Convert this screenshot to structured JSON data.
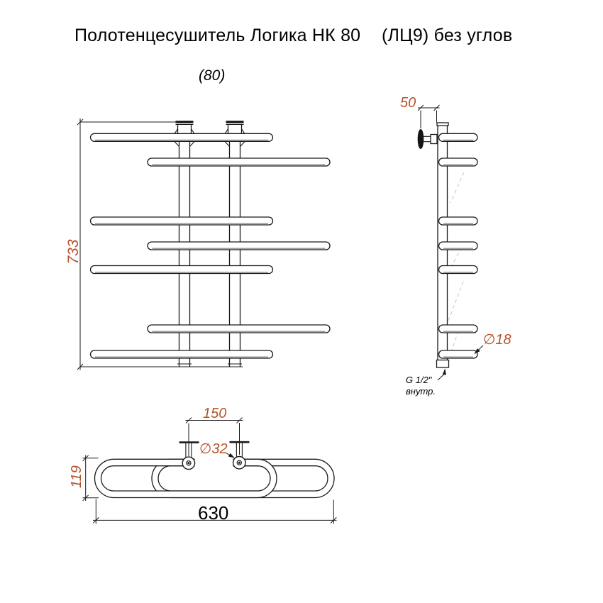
{
  "title": {
    "model": "Полотенцесушитель Логика НК 80",
    "variant": "(ЛЦ9) без углов"
  },
  "front_view": {
    "width_label": "(80)",
    "height_dim": "733"
  },
  "side_view": {
    "wall_offset_dim": "50",
    "bar_diameter_label": "∅18",
    "thread_note": {
      "line1": "G 1/2\"",
      "line2": "внутр."
    }
  },
  "plan_view": {
    "riser_spacing_dim": "150",
    "riser_diameter_label": "∅32",
    "depth_dim": "119",
    "width_dim": "630"
  },
  "colors": {
    "dimension_accent": "#b5522c",
    "line_color": "#1a1a1a"
  }
}
